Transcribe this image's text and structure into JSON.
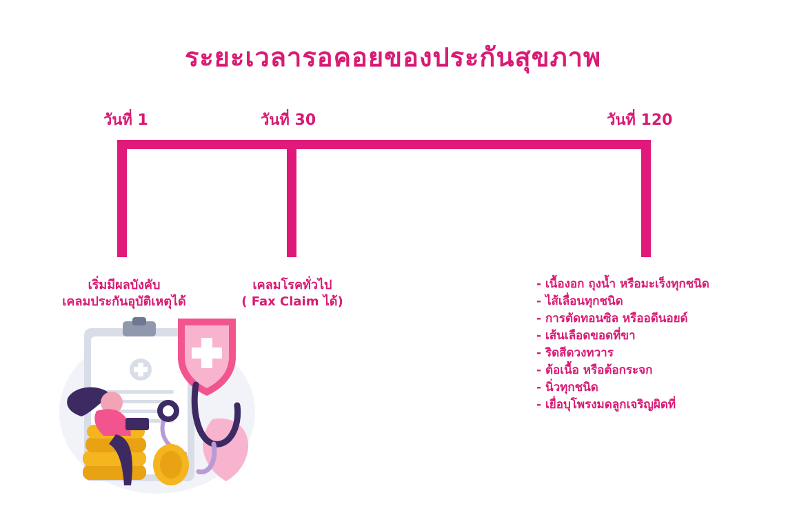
{
  "title": "ระยะเวลารอคอยของประกันสุขภาพ",
  "timeline": {
    "days": [
      {
        "label": "วันที่ 1"
      },
      {
        "label": "วันที่ 30"
      },
      {
        "label": "วันที่ 120"
      }
    ],
    "color": "#e0197a"
  },
  "milestones": {
    "day1": {
      "lines": [
        "เริ่มมีผลบังคับ",
        "เคลมประกันอุบัติเหตุได้"
      ]
    },
    "day30": {
      "lines": [
        "เคลมโรคทั่วไป",
        "( Fax Claim ได้)"
      ]
    },
    "day120": {
      "items": [
        "- เนื้องอก ถุงน้ำ หรือมะเร็งทุกชนิด",
        "- ไส้เลื่อนทุกชนิด",
        "- การตัดทอนซิล หรืออดีนอยด์",
        "- เส้นเลือดขอดที่ขา",
        "- ริดสีดวงทวาร",
        "- ต้อเนื้อ หรือต้อกระจก",
        "- นิ่วทุกชนิด",
        "- เยื่อบุโพรงมดลูกเจริญผิดที่"
      ]
    }
  },
  "illustration": {
    "icon": "health-insurance-illustration",
    "colors": {
      "pink": "#f2548d",
      "light_pink": "#f8b4cf",
      "purple": "#3d2a63",
      "gold": "#f4b51f",
      "blue_gray": "#d8dde8"
    }
  }
}
